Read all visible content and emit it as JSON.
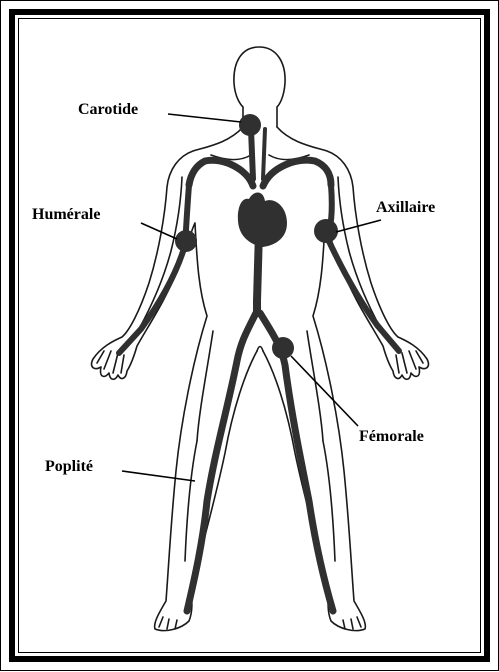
{
  "labels": {
    "carotide": "Carotide",
    "humerale": "Humérale",
    "axillaire": "Axillaire",
    "femorale": "Fémorale",
    "poplite": "Poplité"
  },
  "colors": {
    "outline": "#1a1a1a",
    "artery": "#303030",
    "frame": "#000000"
  }
}
